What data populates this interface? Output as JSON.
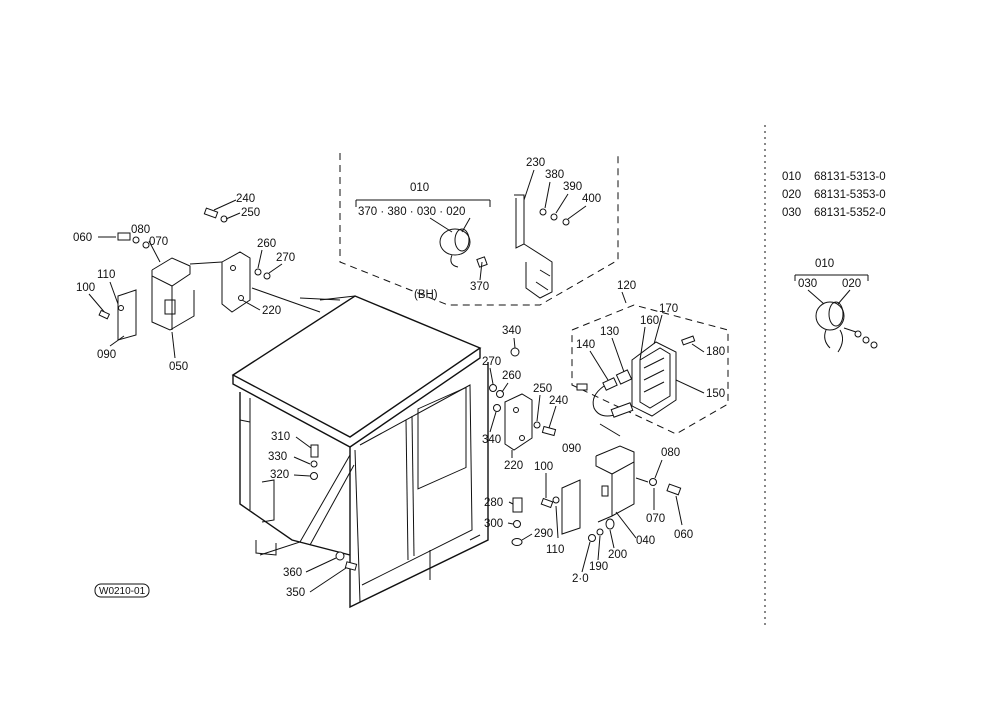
{
  "subassembly_bh": {
    "parent": "010",
    "children": "370 · 380 · 030 · 020",
    "tag": "(BH)"
  },
  "callouts": {
    "c240a": "240",
    "c250a": "250",
    "c060a": "060",
    "c080a": "080",
    "c070a": "070",
    "c260a": "260",
    "c270a": "270",
    "c110a": "110",
    "c100a": "100",
    "c220a": "220",
    "c090a": "090",
    "c050": "050",
    "c230": "230",
    "c380": "380",
    "c390": "390",
    "c400": "400",
    "c370": "370",
    "c120": "120",
    "c170": "170",
    "c160": "160",
    "c130": "130",
    "c140": "140",
    "c180": "180",
    "c150": "150",
    "c340a": "340",
    "c270b": "270",
    "c260b": "260",
    "c250b": "250",
    "c240b": "240",
    "c340b": "340",
    "c220b": "220",
    "c310": "310",
    "c330": "330",
    "c320": "320",
    "c090b": "090",
    "c100b": "100",
    "c280": "280",
    "c300": "300",
    "c290": "290",
    "c110b": "110",
    "c080b": "080",
    "c070b": "070",
    "c060b": "060",
    "c040": "040",
    "c200": "200",
    "c190": "190",
    "c210": "2·0",
    "c360": "360",
    "c350": "350"
  },
  "parts_list": [
    {
      "no": "010",
      "part": "68131-5313-0"
    },
    {
      "no": "020",
      "part": "68131-5353-0"
    },
    {
      "no": "030",
      "part": "68131-5352-0"
    }
  ],
  "detail": {
    "parent": "010",
    "left": "030",
    "right": "020"
  },
  "drawing_code": "W0210-01"
}
